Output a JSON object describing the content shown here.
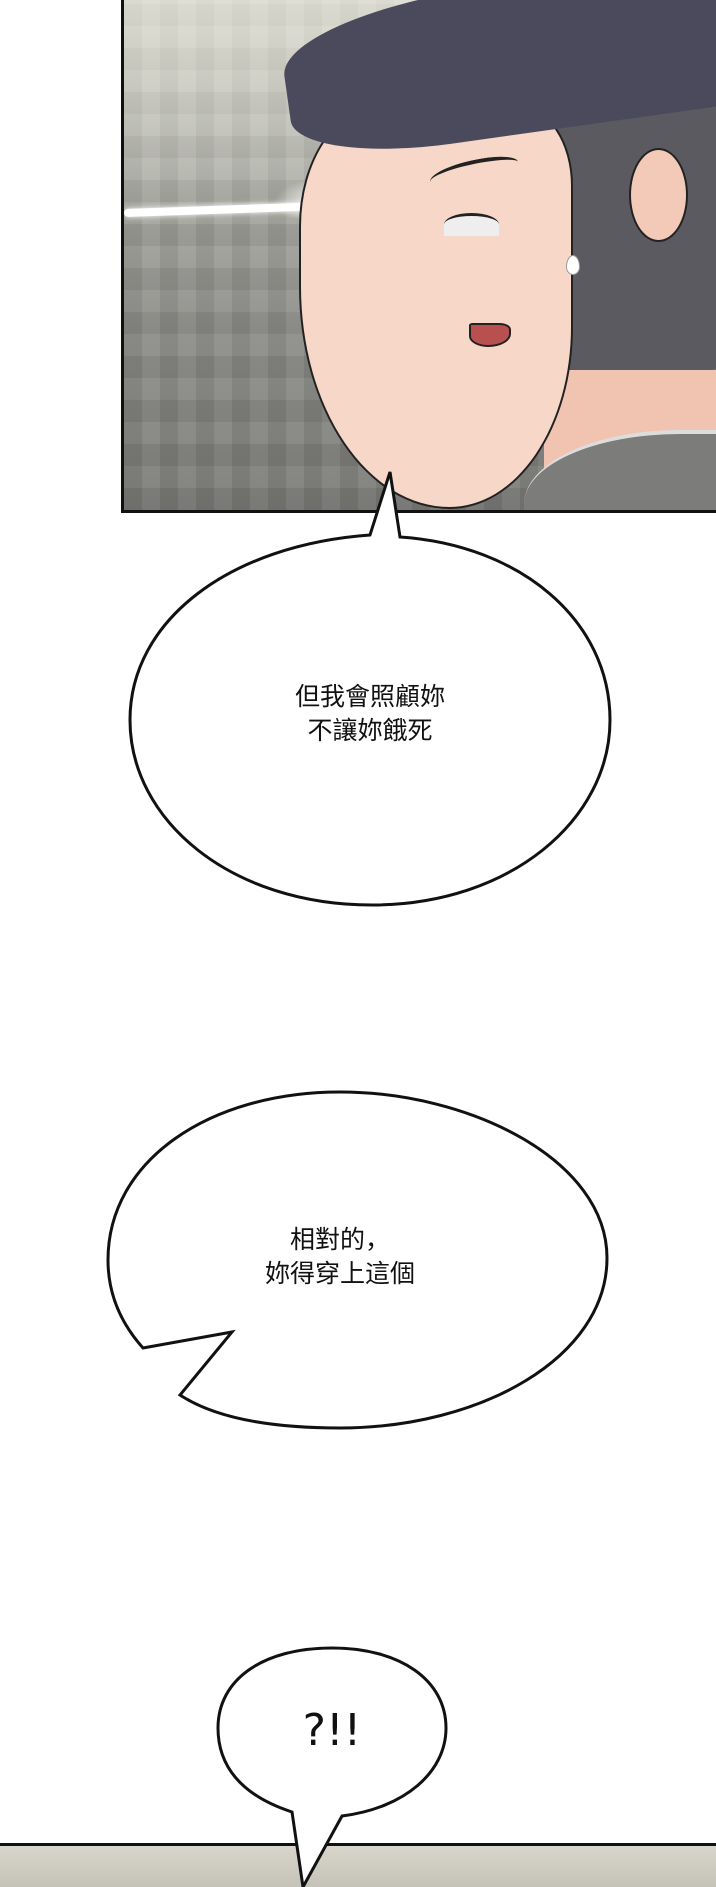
{
  "page": {
    "type": "webtoon-comic-page",
    "background": "#ffffff"
  },
  "panels": [
    {
      "id": "top-panel",
      "description": "Dark-haired young man in profile with sweat drop, stone wall background with white flash"
    },
    {
      "id": "bottom-panel",
      "description": "Beginning of next panel, stone wall"
    }
  ],
  "bubbles": [
    {
      "id": "bubble-1",
      "lines": [
        "但我會照顧妳",
        "不讓妳餓死"
      ]
    },
    {
      "id": "bubble-2",
      "lines": [
        "相對的，",
        "妳得穿上這個"
      ]
    },
    {
      "id": "bubble-3",
      "lines": [
        "?!!"
      ]
    }
  ],
  "colors": {
    "ink": "#111111",
    "skin": "#f6d7c8",
    "hair": "#4b4a5c",
    "wall": "#8c8d88"
  }
}
